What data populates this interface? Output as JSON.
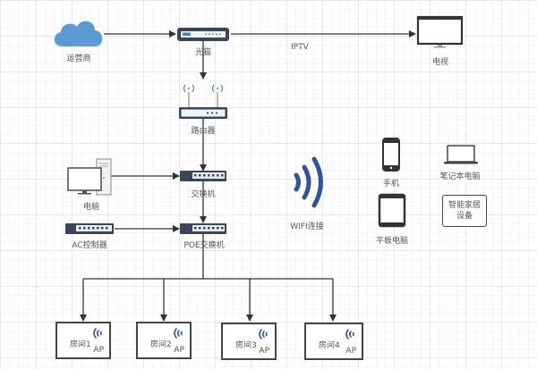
{
  "nodes": {
    "isp": {
      "label": "运营商",
      "icon": "cloud-icon"
    },
    "modem": {
      "label": "光猫",
      "icon": "modem-icon"
    },
    "tv": {
      "label": "电视",
      "icon": "monitor-icon"
    },
    "router": {
      "label": "路由器",
      "icon": "router-icon"
    },
    "switch": {
      "label": "交换机",
      "icon": "switch-icon"
    },
    "pc": {
      "label": "电脑",
      "icon": "desktop-pc-icon"
    },
    "ac_controller": {
      "label": "AC控制器",
      "icon": "switch-icon"
    },
    "poe_switch": {
      "label": "POE交换机",
      "icon": "switch-icon"
    },
    "wifi": {
      "label": "WIFI连接",
      "icon": "wifi-signal-icon"
    },
    "phone": {
      "label": "手机",
      "icon": "phone-icon"
    },
    "laptop": {
      "label": "笔记本电脑",
      "icon": "laptop-icon"
    },
    "tablet": {
      "label": "平板电脑",
      "icon": "tablet-icon"
    },
    "smart_home": {
      "label_line1": "智能家居",
      "label_line2": "设备"
    }
  },
  "edges": {
    "iptv_label": "IPTV"
  },
  "rooms": [
    {
      "name": "房间1",
      "ap": "AP"
    },
    {
      "name": "房间2",
      "ap": "AP"
    },
    {
      "name": "房间3",
      "ap": "AP"
    },
    {
      "name": "房间4",
      "ap": "AP"
    }
  ],
  "colors": {
    "cloud": "#5b9bd5",
    "wifi": "#2e5597",
    "device_dark": "#3a4556",
    "line": "#333333"
  }
}
